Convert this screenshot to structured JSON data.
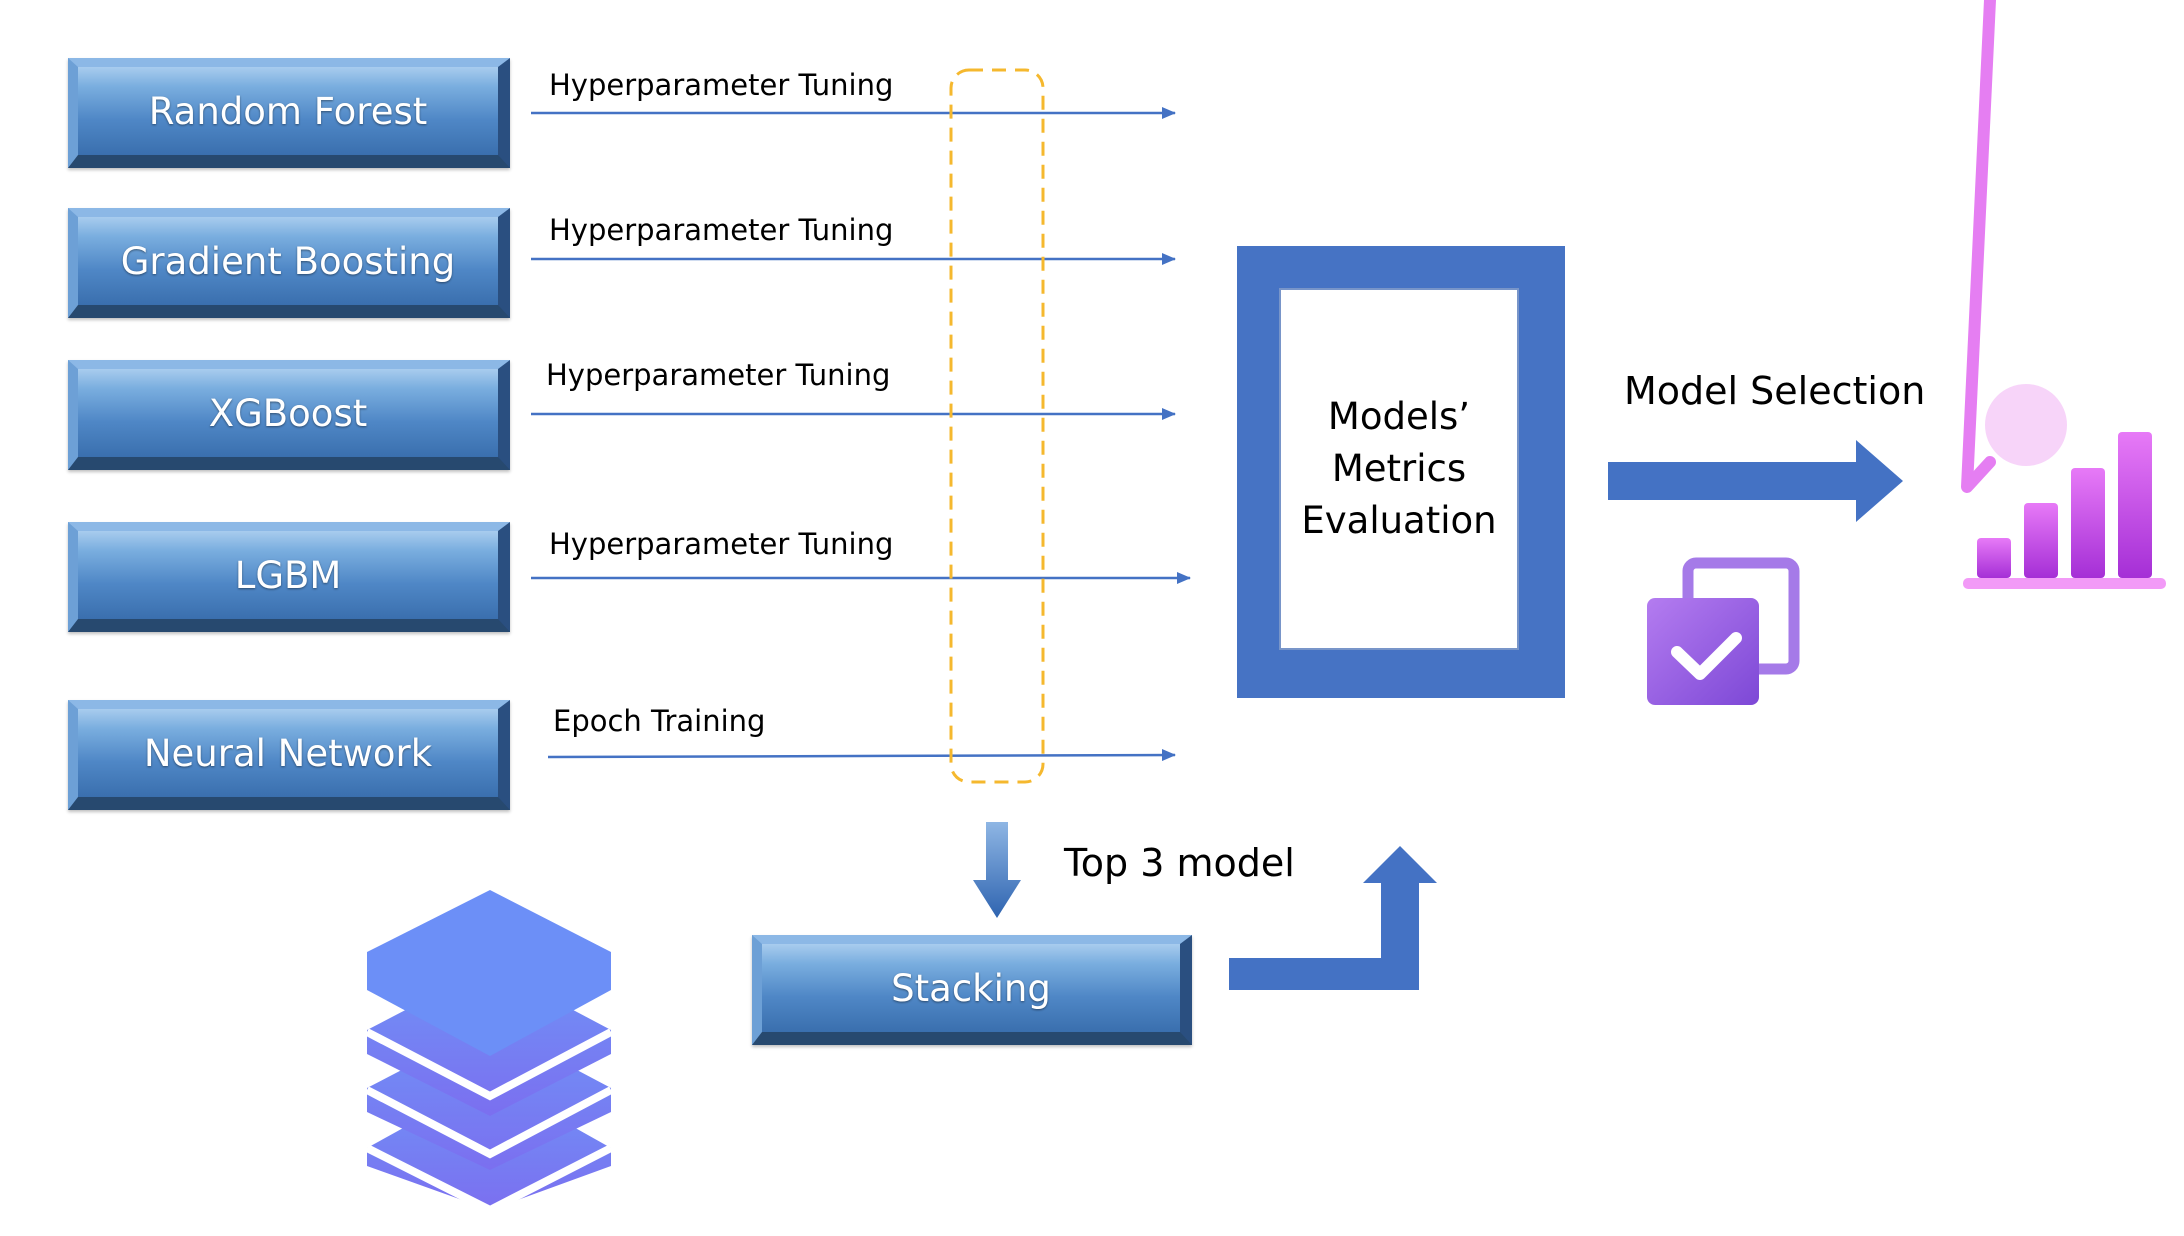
{
  "models": [
    {
      "label": "Random Forest",
      "tuning": "Hyperparameter Tuning"
    },
    {
      "label": "Gradient Boosting",
      "tuning": "Hyperparameter Tuning"
    },
    {
      "label": "XGBoost",
      "tuning": "Hyperparameter Tuning"
    },
    {
      "label": "LGBM",
      "tuning": "Hyperparameter Tuning"
    },
    {
      "label": "Neural Network",
      "tuning": "Epoch Training"
    }
  ],
  "evaluation": {
    "line1": "Models’",
    "line2": "Metrics",
    "line3": "Evaluation"
  },
  "selection_label": "Model Selection",
  "top3_label": "Top 3 model",
  "stacking_label": "Stacking",
  "colors": {
    "arrow_blue": "#4472c4",
    "eval_frame": "#4673c4",
    "highlight_dash": "#f5b82e",
    "db_icon": "#6a85f2",
    "chart_icon": "#c94de8",
    "check_icon": "#9b5fe0"
  },
  "icons": [
    "database-icon",
    "checklist-icon",
    "chart-search-icon"
  ]
}
